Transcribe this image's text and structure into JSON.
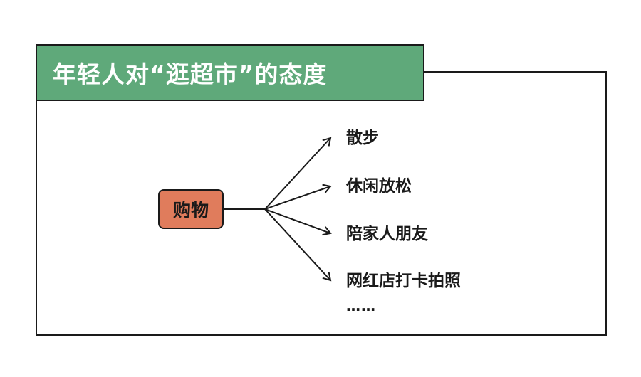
{
  "title": "年轻人对“逛超市”的态度",
  "center": "购物",
  "branches": [
    "散步",
    "休闲放松",
    "陪家人朋友",
    "网红店打卡拍照"
  ],
  "more": "……",
  "colors": {
    "banner": "#5fa97a",
    "center_node": "#e07c5c",
    "stroke": "#1a1a1a"
  }
}
